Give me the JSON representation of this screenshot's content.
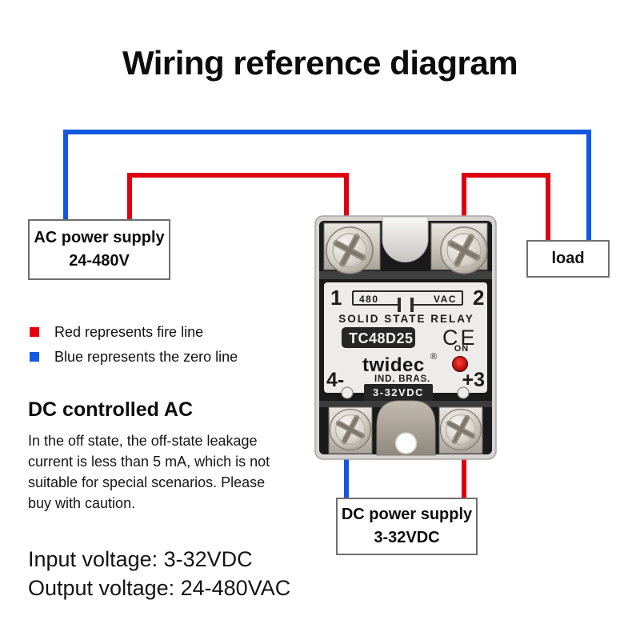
{
  "title": "Wiring reference diagram",
  "diagram": {
    "boxes": {
      "ac_supply": {
        "line1": "AC power supply",
        "line2": "24-480V"
      },
      "load": {
        "label": "load"
      },
      "dc_supply": {
        "line1": "DC power supply",
        "line2": "3-32VDC"
      }
    },
    "wire_colors": {
      "fire_line": "#de000f",
      "zero_line": "#1457e0"
    }
  },
  "relay": {
    "terminal_1": "1",
    "terminal_2": "2",
    "rating_voltage": "480",
    "rating_unit": "VAC",
    "product_line": "SOLID STATE RELAY",
    "model": "TC48D25",
    "ce_mark": "CE",
    "on_label": "ON",
    "brand": "twidec",
    "registered_mark": "®",
    "terminal_4": "4-",
    "origin": "IND. BRAS.",
    "terminal_3": "+3",
    "input_rating": "3-32VDC"
  },
  "legend": {
    "items": [
      {
        "color": "#e8000f",
        "text": "Red represents fire line"
      },
      {
        "color": "#1557e8",
        "text": "Blue represents the zero line"
      }
    ]
  },
  "info": {
    "heading": "DC controlled AC",
    "paragraph_lines": [
      "In the off state, the off-state leakage",
      "current is less than 5 mA, which is not",
      "suitable for special scenarios. Please",
      "buy with caution."
    ]
  },
  "specs": {
    "input": "Input voltage: 3-32VDC",
    "output": "Output voltage: 24-480VAC"
  }
}
